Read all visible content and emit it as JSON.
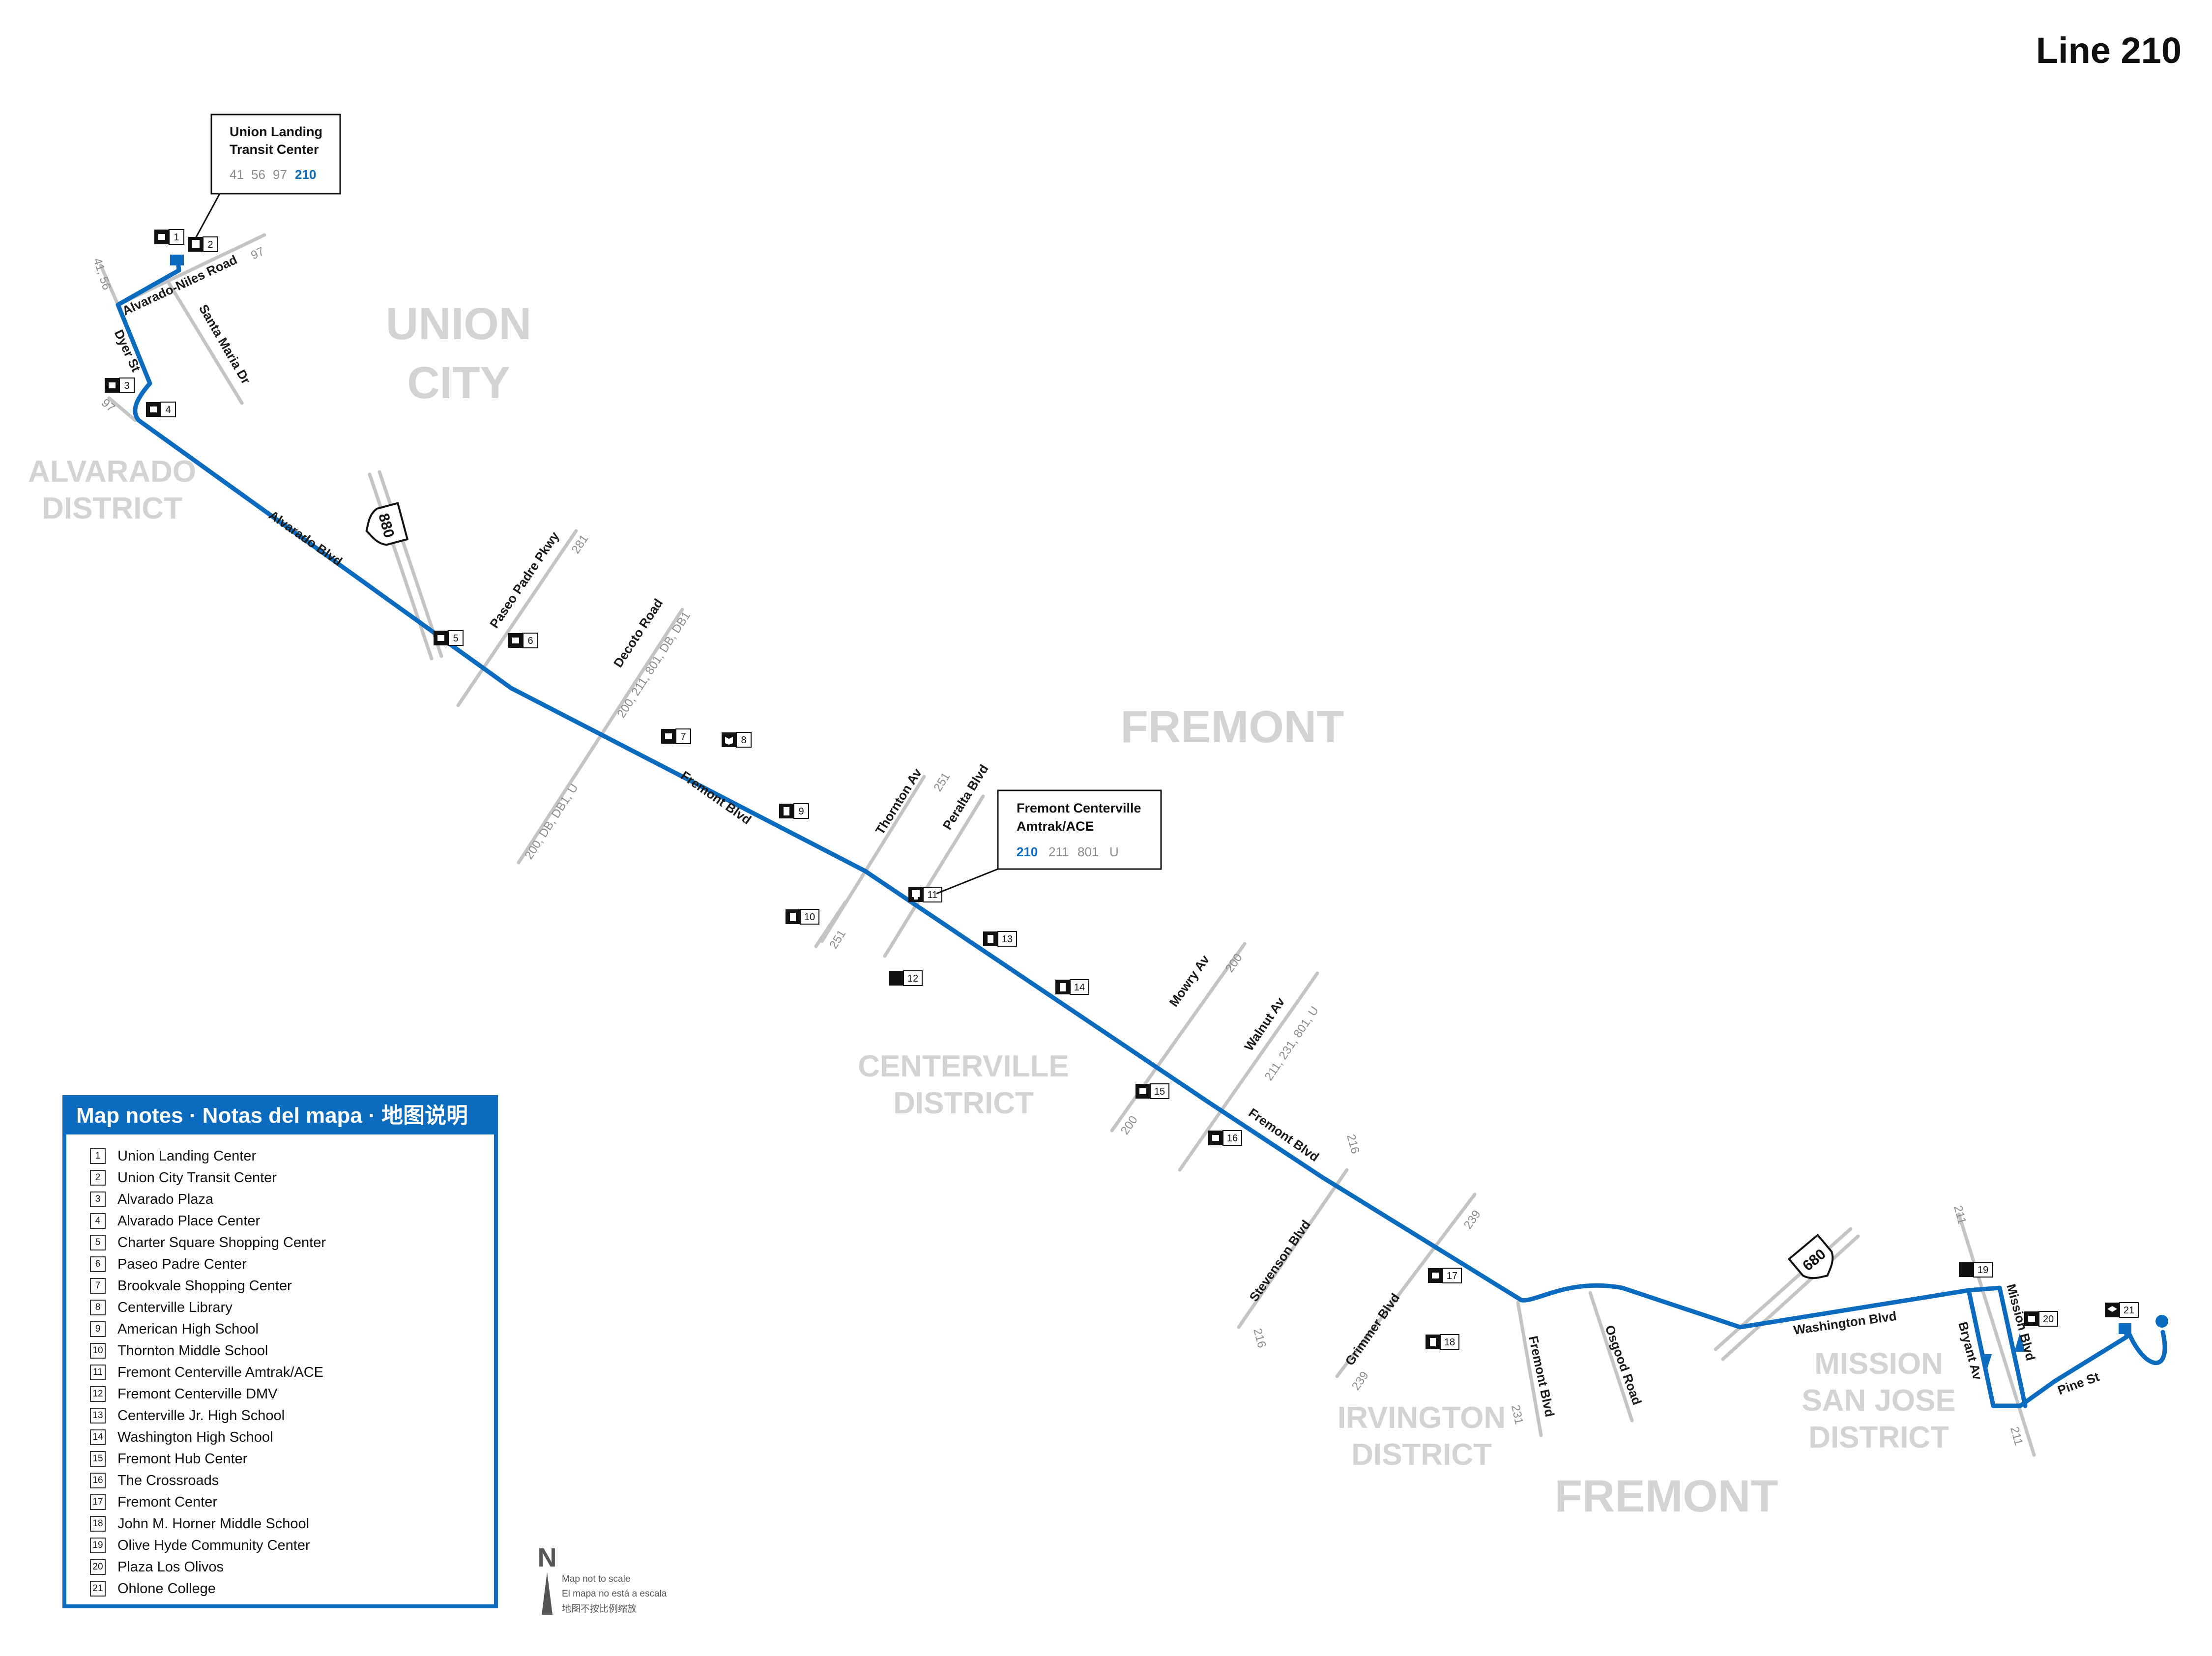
{
  "title": "Line 210",
  "callouts": {
    "union_landing": {
      "line1": "Union Landing",
      "line2": "Transit Center",
      "routes": [
        "41",
        "56",
        "97"
      ],
      "highlight_route": "210"
    },
    "fremont_centerville": {
      "line1": "Fremont Centerville",
      "line2": "Amtrak/ACE",
      "highlight_route": "210",
      "routes": [
        "211",
        "801",
        "U"
      ]
    }
  },
  "districts": {
    "union_city_1": "UNION",
    "union_city_2": "CITY",
    "alvarado_1": "ALVARADO",
    "alvarado_2": "DISTRICT",
    "fremont_top": "FREMONT",
    "centerville_1": "CENTERVILLE",
    "centerville_2": "DISTRICT",
    "irvington_1": "IRVINGTON",
    "irvington_2": "DISTRICT",
    "fremont_bottom": "FREMONT",
    "msj_1": "MISSION",
    "msj_2": "SAN JOSE",
    "msj_3": "DISTRICT"
  },
  "streets": {
    "alvarado_niles": "Alvarado-Niles Road",
    "dyer": "Dyer St",
    "santa_maria": "Santa Maria Dr",
    "alvarado_blvd": "Alvarado Blvd",
    "paseo_padre": "Paseo Padre Pkwy",
    "decoto": "Decoto Road",
    "fremont_blvd_1": "Fremont Blvd",
    "thornton": "Thornton Av",
    "peralta": "Peralta Blvd",
    "mowry": "Mowry Av",
    "walnut": "Walnut Av",
    "fremont_blvd_2": "Fremont Blvd",
    "stevenson": "Stevenson Blvd",
    "grimmer": "Grimmer Blvd",
    "fremont_blvd_3": "Fremont Blvd",
    "osgood": "Osgood Road",
    "washington": "Washington Blvd",
    "mission": "Mission Blvd",
    "bryant": "Bryant Av",
    "pine": "Pine St"
  },
  "route_labels": {
    "r41_56": "41, 56",
    "r97_a": "97",
    "r97_b": "97",
    "r281": "281",
    "r_decoto_n": "200, 211, 801, DB, DB1",
    "r_decoto_s": "200, DB, DB1, U",
    "r251_a": "251",
    "r251_b": "251",
    "r200_a": "200",
    "r200_b": "200",
    "r_walnut": "211, 231, 801, U",
    "r216_a": "216",
    "r216_b": "216",
    "r239_a": "239",
    "r239_b": "239",
    "r231": "231",
    "r211_a": "211",
    "r211_b": "211"
  },
  "highways": {
    "i880": "880",
    "i680": "680"
  },
  "stop_markers": [
    "1",
    "2",
    "3",
    "4",
    "5",
    "6",
    "7",
    "8",
    "9",
    "10",
    "11",
    "12",
    "13",
    "14",
    "15",
    "16",
    "17",
    "18",
    "19",
    "20",
    "21"
  ],
  "legend": {
    "header": "Map notes · Notas del mapa · 地图说明",
    "items": [
      {
        "num": "1",
        "name": "Union Landing Center"
      },
      {
        "num": "2",
        "name": "Union City Transit Center"
      },
      {
        "num": "3",
        "name": "Alvarado Plaza"
      },
      {
        "num": "4",
        "name": "Alvarado Place Center"
      },
      {
        "num": "5",
        "name": "Charter Square Shopping Center"
      },
      {
        "num": "6",
        "name": "Paseo Padre Center"
      },
      {
        "num": "7",
        "name": "Brookvale Shopping Center"
      },
      {
        "num": "8",
        "name": "Centerville Library"
      },
      {
        "num": "9",
        "name": "American High School"
      },
      {
        "num": "10",
        "name": "Thornton Middle School"
      },
      {
        "num": "11",
        "name": "Fremont Centerville Amtrak/ACE"
      },
      {
        "num": "12",
        "name": "Fremont Centerville DMV"
      },
      {
        "num": "13",
        "name": "Centerville Jr. High School"
      },
      {
        "num": "14",
        "name": "Washington High School"
      },
      {
        "num": "15",
        "name": "Fremont Hub Center"
      },
      {
        "num": "16",
        "name": "The Crossroads"
      },
      {
        "num": "17",
        "name": "Fremont Center"
      },
      {
        "num": "18",
        "name": "John M. Horner Middle School"
      },
      {
        "num": "19",
        "name": "Olive Hyde Community Center"
      },
      {
        "num": "20",
        "name": "Plaza Los Olivos"
      },
      {
        "num": "21",
        "name": "Ohlone College"
      }
    ]
  },
  "north": {
    "letter": "N",
    "note_en": "Map not to scale",
    "note_es": "El mapa no está a escala",
    "note_zh": "地图不按比例缩放"
  }
}
